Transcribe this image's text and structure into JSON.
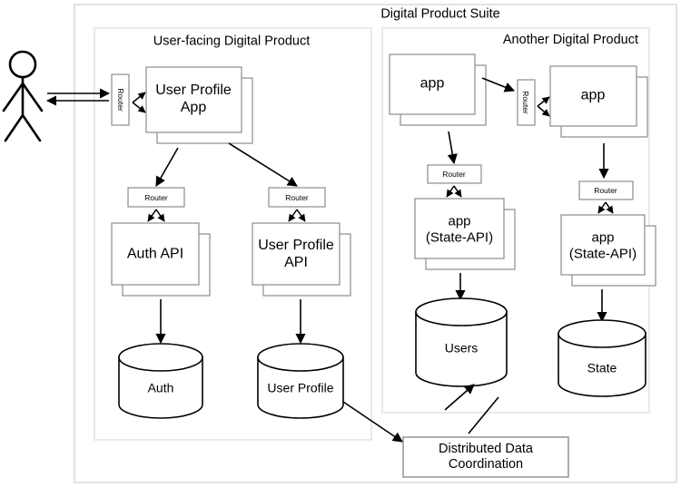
{
  "diagram": {
    "title": "Digital Product Suite",
    "type": "architecture-diagram",
    "groups": [
      {
        "id": "user-facing",
        "label": "User-facing Digital Product"
      },
      {
        "id": "another-product",
        "label": "Another Digital Product"
      }
    ],
    "actor": {
      "name": "user-actor",
      "label": ""
    },
    "routers": {
      "edge_router": "Router",
      "auth_router": "Router",
      "profile_router": "Router",
      "another_edge_router": "Router",
      "state_api_router_left": "Router",
      "state_api_router_right": "Router"
    },
    "nodes": {
      "user_profile_app": "User Profile\nApp",
      "auth_api": "Auth API",
      "user_profile_api": "User Profile\nAPI",
      "app_left": "app",
      "app_right": "app",
      "state_api_left": "app\n(State-API)",
      "state_api_right": "app\n(State-API)"
    },
    "databases": {
      "auth_db": "Auth",
      "user_profile_db": "User Profile",
      "users_db": "Users",
      "state_db": "State"
    },
    "services": {
      "coordination": "Distributed Data\nCoordination"
    },
    "colors": {
      "stroke": "#000000",
      "node_stroke": "#888888",
      "group_stroke": "#e0e0e0",
      "background": "#ffffff"
    }
  }
}
